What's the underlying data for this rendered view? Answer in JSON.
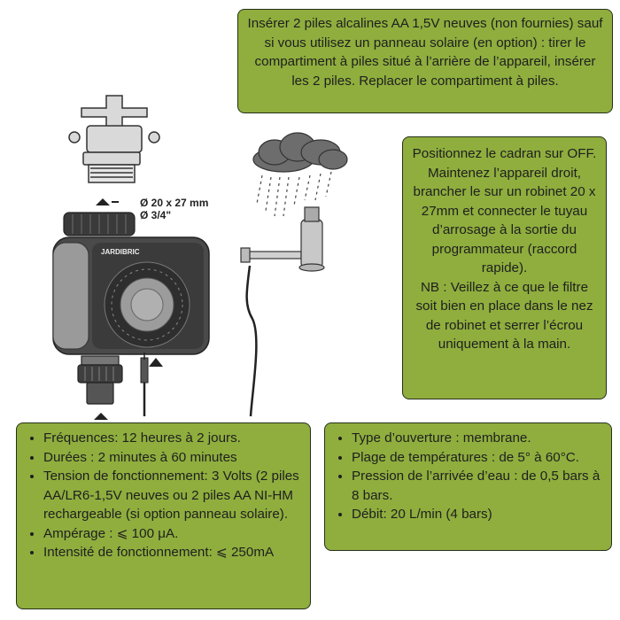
{
  "instructions": {
    "batteries": "Insérer 2 piles alcalines AA 1,5V neuves (non fournies) sauf si vous utilisez un panneau solaire (en option) : tirer le compartiment à piles situé à l’arrière de l’appareil, insérer les 2 piles. Replacer le compartiment à piles.",
    "mounting": "Positionnez le cadran sur OFF. Maintenez l’appareil droit, brancher le sur un robinet 20 x 27mm et connecter le tuyau d’arrosage à la sortie du programmateur (raccord rapide).",
    "note": "NB : Veillez à ce que le filtre soit bien en place dans le nez de robinet et serrer l’écrou uniquement à la main."
  },
  "specs_left": [
    "Fréquences: 12 heures à 2 jours.",
    "Durées : 2 minutes à 60 minutes",
    "Tension de fonctionnement: 3 Volts (2 piles AA/LR6-1,5V neuves ou 2 piles AA NI-HM rechargeable (si option panneau solaire).",
    "Ampérage : ⩽ 100 μA.",
    "Intensité de fonctionnement: ⩽ 250mA"
  ],
  "specs_right": [
    "Type d’ouverture : membrane.",
    "Plage de températures : de 5° à 60°C.",
    "Pression de l’arrivée d’eau : de 0,5 bars à 8 bars.",
    "Débit: 20 L/min (4 bars)"
  ],
  "illustration": {
    "thread_size": "Ø 20 x 27 mm",
    "thread_inch": "Ø 3/4\"",
    "brand": "JARDIBRIC"
  },
  "colors": {
    "box_fill": "#8fae3e",
    "box_border": "#26301a",
    "device_body": "#4a4a4a"
  }
}
